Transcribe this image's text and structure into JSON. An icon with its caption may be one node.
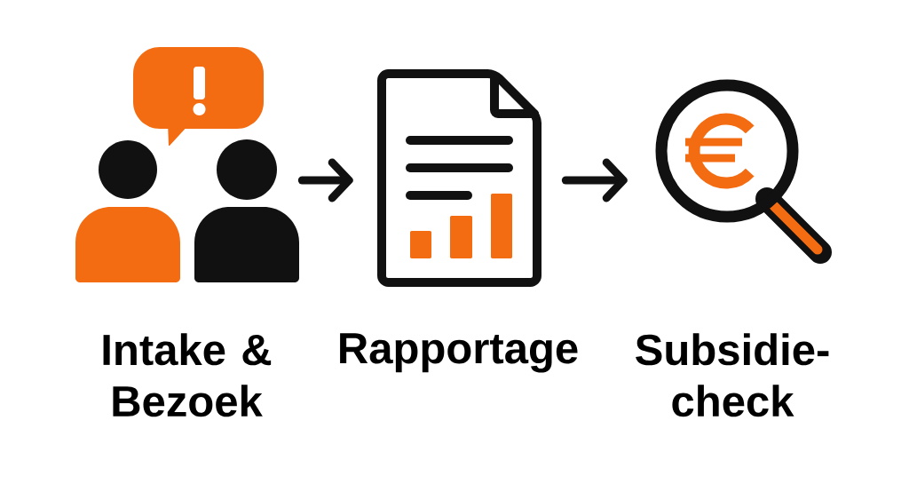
{
  "diagram": {
    "nodes": [
      {
        "text": [],
        "shape": "picture",
        "beside": [
          "Intake & Bezoek"
        ]
      },
      {
        "text": [],
        "shape": "picture",
        "beside": [
          "Rapportage"
        ]
      },
      {
        "text": [],
        "shape": "picture",
        "beside": [
          "Subsidie-check"
        ]
      }
    ],
    "edges": [
      {
        "from": 0,
        "to": 1,
        "arrow": "to"
      },
      {
        "from": 1,
        "to": 2,
        "arrow": "to"
      }
    ]
  }
}
